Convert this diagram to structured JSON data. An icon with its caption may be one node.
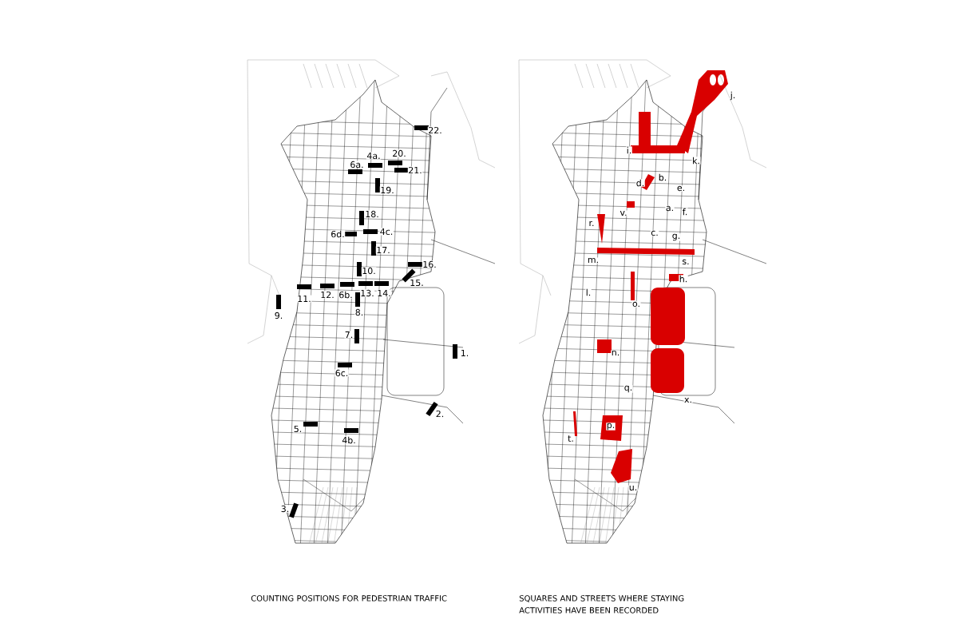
{
  "diagram": {
    "labels": [
      "22.",
      "4a.",
      "20.",
      "6a.",
      "21.",
      "19.",
      "18.",
      "6d.",
      "4c.",
      "17.",
      "16.",
      "10.",
      "15.",
      "11.",
      "12.",
      "6b.",
      "13.",
      "14.",
      "9.",
      "8.",
      "7.",
      "1.",
      "6c.",
      "2.",
      "5.",
      "4b.",
      "3.",
      "j.",
      "k.",
      "i.",
      "b.",
      "d.",
      "e.",
      "a.",
      "f.",
      "v.",
      "r.",
      "c.",
      "g.",
      "m.",
      "s.",
      "h.",
      "l.",
      "o.",
      "n.",
      "q.",
      "x.",
      "p.",
      "t.",
      "u.",
      "COUNTING POSITIONS FOR PEDESTRIAN TRAFFIC",
      "SQUARES AND STREETS WHERE STAYING ACTIVITIES HAVE BEEN RECORDED"
    ]
  }
}
